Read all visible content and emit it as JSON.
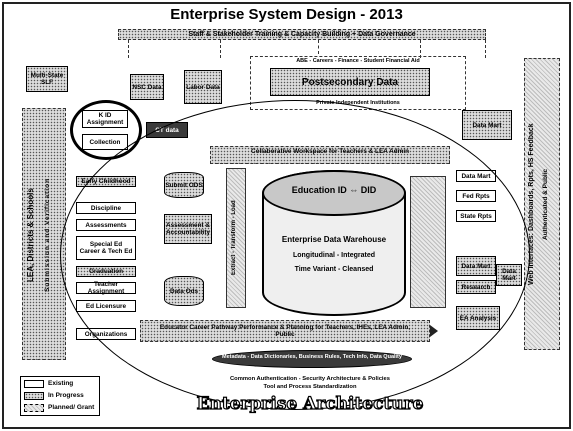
{
  "title": "Enterprise System Design - 2013",
  "banner": "Staff & Stakeholder Training & Capacity Building + Data Governance",
  "nodes": {
    "multistate": "Multi-State SLF",
    "nsc": "NSC Data",
    "labor": "Labor Data",
    "abe": "ABE - Careers - Finance - Student Financial Aid",
    "postsecondary": "Postsecondary Data",
    "private": "Private Independent Institutions",
    "kid": "K ID Assignment",
    "collection": "Collection",
    "cte_data": "CT data",
    "early_childhood": "Early Childhood",
    "ods1": "Submit ODS",
    "discipline": "Discipline",
    "assessments": "Assessments",
    "assess_acc": "Assessment & Accountability",
    "special_ed": "Special Ed",
    "career_tech": "Career & Tech Ed",
    "graduation": "Graduation",
    "teacher_assignment": "Teacher Assignment",
    "ed_licensure": "Ed Licensure",
    "data_ods": "Data Ods",
    "organizations": "Organizations",
    "collab": "Collaborative Workspace for Teachers & LEA Admin",
    "education_id": "Education ID ⇔ DID",
    "warehouse": "Enterprise Data Warehouse",
    "longitudinal": "Longitudinal - Integrated",
    "time_variant": "Time Variant - Cleansed",
    "etl": "Extract - Transform - Load",
    "data_mart_top": "Data Mart",
    "data_mart_1": "Data Mart",
    "data_mart_2": "Fed Rpts",
    "data_mart_3": "State Rpts",
    "data_mart_4": "Data Mart",
    "data_mart_5": "Data Mart",
    "ea_analysis": "EA Analysis",
    "research": "Research",
    "ep3": "Educator Career Pathway Performance & Planning for Teachers, IHEs, LEA Admin, Public",
    "metadata": "Metadata - Data Dictionaries, Business Rules, Tech Info, Data Quality",
    "common_auth": "Common Authentication - Security Architecture & Policies",
    "tools": "Tool and Process Standardization",
    "ea_title": "Enterprise Architecture",
    "left_vertical": "LEA, Districts & Schools",
    "left_vertical2": "Submission and Verification",
    "right_vertical": "Web Interfaces: Dashboards, Rpts, HS Feedback",
    "right_vertical2": "Authenticated & Public"
  },
  "legend": {
    "existing": "Existing",
    "in_progress": "In Progress",
    "planned": "Planned/ Grant"
  }
}
